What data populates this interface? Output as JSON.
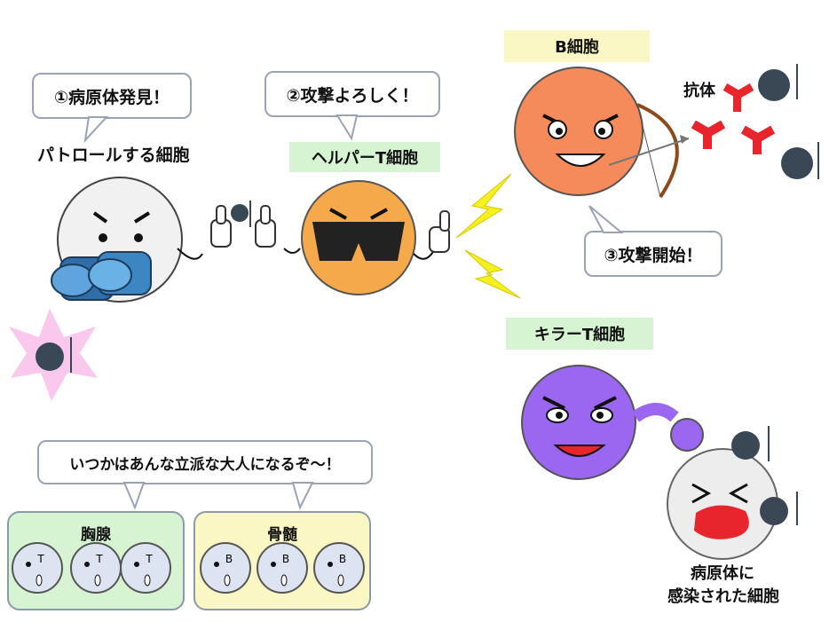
{
  "bubbles": {
    "discover": "①病原体発見！",
    "attack_request": "②攻撃よろしく！",
    "attack_start": "③攻撃開始！",
    "aspiration": "いつかはあんな立派な大人になるぞ～！"
  },
  "labels": {
    "patrol_cell": "パトロールする細胞",
    "helper_t": "ヘルパーT細胞",
    "b_cell": "B細胞",
    "killer_t": "キラーT細胞",
    "antibody": "抗体",
    "infected_cell_line1": "病原体に",
    "infected_cell_line2": "感染された細胞"
  },
  "thymus": {
    "title": "胸腺",
    "cell_letter": "T"
  },
  "bone_marrow": {
    "title": "骨髄",
    "cell_letter": "B"
  },
  "colors": {
    "helper_t": "#f6a94a",
    "b_cell": "#f58a5a",
    "killer_t": "#9b66f0",
    "antibody": "#e8242c",
    "lightning": "#f5f020",
    "green_tag": "#d6f3d2",
    "yellow_tag": "#fbf7c4"
  }
}
